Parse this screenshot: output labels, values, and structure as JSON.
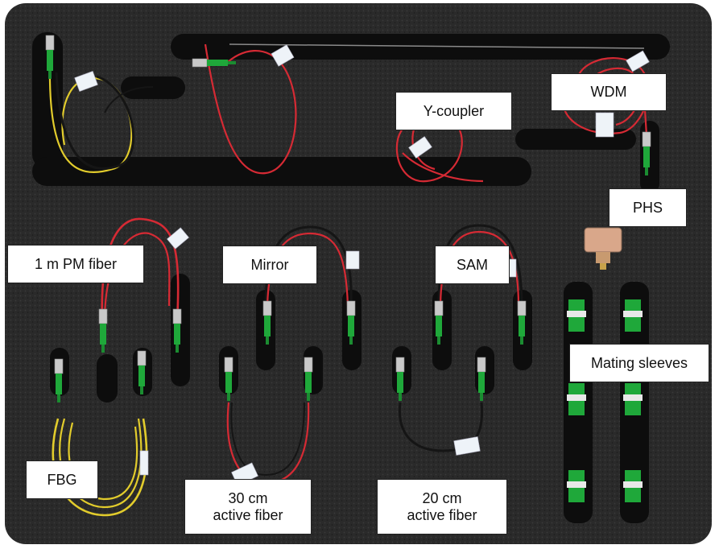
{
  "photo": {
    "colors": {
      "foam": "#2b2b2b",
      "groove": "#0e0e0e",
      "red_fiber": "#d62a34",
      "yellow_fiber": "#e2cc2c",
      "black_fiber": "#151515",
      "connector_green": "#1fa83a",
      "connector_metal": "#c8c8c8",
      "label_box": "#ffffff"
    }
  },
  "labels": {
    "wdm": "WDM",
    "y_coupler": "Y-coupler",
    "phs": "PHS",
    "pm_fiber": "1 m PM fiber",
    "mirror": "Mirror",
    "sam": "SAM",
    "mating_sleeves": "Mating sleeves",
    "fbg": "FBG",
    "active_30": "30 cm\nactive fiber",
    "active_20": "20 cm\nactive fiber"
  }
}
